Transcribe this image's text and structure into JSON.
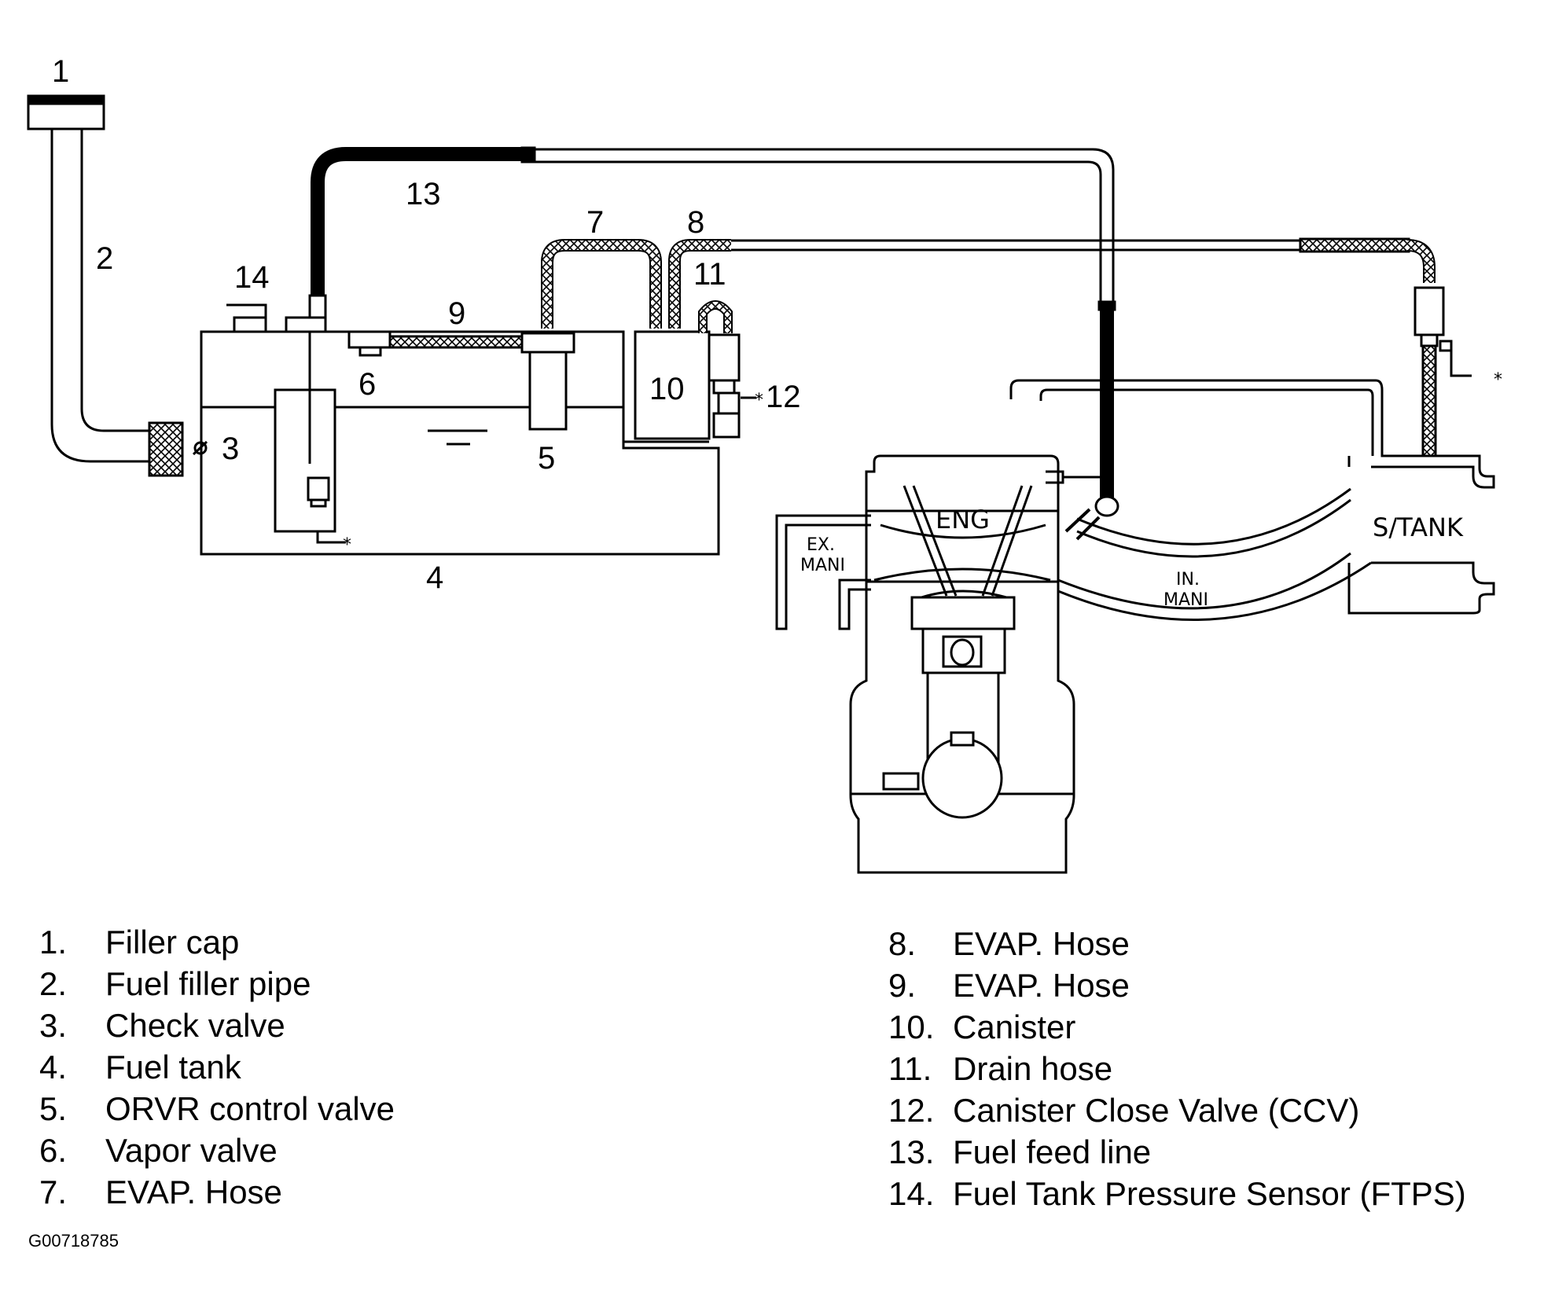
{
  "callouts": [
    {
      "id": "1",
      "text": "1"
    },
    {
      "id": "2",
      "text": "2"
    },
    {
      "id": "3",
      "text": "3"
    },
    {
      "id": "4",
      "text": "4"
    },
    {
      "id": "5",
      "text": "5"
    },
    {
      "id": "6",
      "text": "6"
    },
    {
      "id": "7",
      "text": "7"
    },
    {
      "id": "8",
      "text": "8"
    },
    {
      "id": "9",
      "text": "9"
    },
    {
      "id": "10",
      "text": "10"
    },
    {
      "id": "11",
      "text": "11"
    },
    {
      "id": "12",
      "text": "12"
    },
    {
      "id": "13",
      "text": "13"
    },
    {
      "id": "14",
      "text": "14"
    }
  ],
  "labels": {
    "eng": "ENG",
    "ex_mani_1": "EX.",
    "ex_mani_2": "MANI",
    "in_mani_1": "IN.",
    "in_mani_2": "MANI",
    "s_tank": "S/TANK",
    "asterisk": "*"
  },
  "legend": {
    "left": [
      {
        "num": "1.",
        "text": "Filler cap"
      },
      {
        "num": "2.",
        "text": "Fuel filler pipe"
      },
      {
        "num": "3.",
        "text": "Check valve"
      },
      {
        "num": "4.",
        "text": "Fuel tank"
      },
      {
        "num": "5.",
        "text": "ORVR control valve"
      },
      {
        "num": "6.",
        "text": "Vapor valve"
      },
      {
        "num": "7.",
        "text": "EVAP. Hose"
      }
    ],
    "right": [
      {
        "num": "8.",
        "text": "EVAP. Hose"
      },
      {
        "num": "9.",
        "text": "EVAP. Hose"
      },
      {
        "num": "10.",
        "text": "Canister"
      },
      {
        "num": "11.",
        "text": "Drain hose"
      },
      {
        "num": "12.",
        "text": "Canister Close Valve (CCV)"
      },
      {
        "num": "13.",
        "text": "Fuel feed line"
      },
      {
        "num": "14.",
        "text": "Fuel Tank Pressure Sensor (FTPS)"
      }
    ]
  },
  "figure_id": "G00718785"
}
